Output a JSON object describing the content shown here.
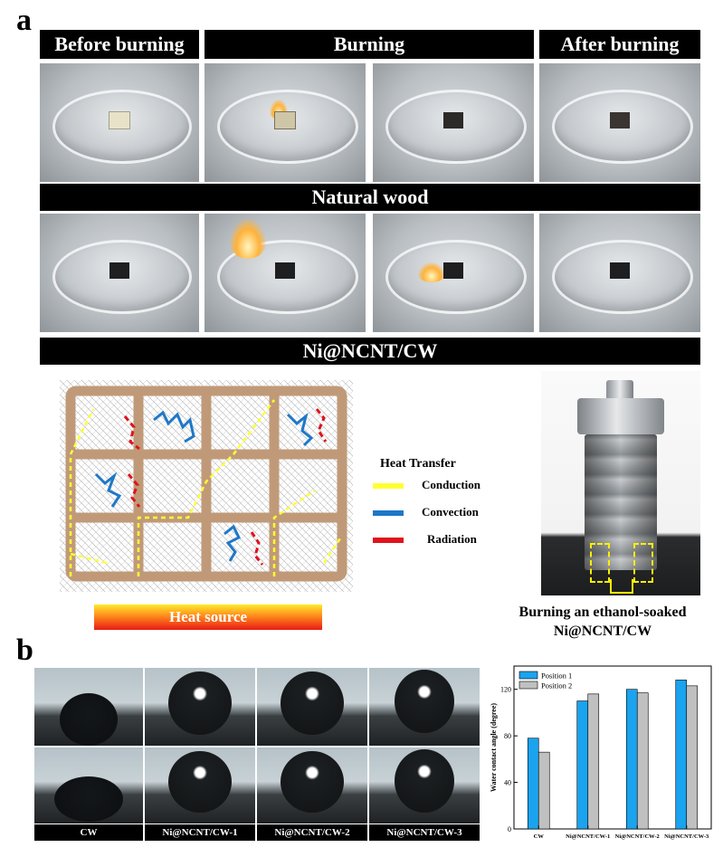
{
  "panel_a": {
    "letter": "a",
    "headers": {
      "before": "Before burning",
      "burning": "Burning",
      "after": "After burning"
    },
    "row_labels": {
      "natural_wood": "Natural wood",
      "ni_ncnt_cw": "Ni@NCNT/CW"
    },
    "heat_transfer": {
      "title": "Heat Transfer",
      "items": [
        {
          "label": "Conduction",
          "color": "#ffff33"
        },
        {
          "label": "Convection",
          "color": "#1e78c8"
        },
        {
          "label": "Radiation",
          "color": "#e0121c"
        }
      ],
      "source_label": "Heat source"
    },
    "caption_line1": "Burning an ethanol-soaked",
    "caption_line2": "Ni@NCNT/CW"
  },
  "panel_b": {
    "letter": "b",
    "sample_labels": [
      "CW",
      "Ni@NCNT/CW-1",
      "Ni@NCNT/CW-2",
      "Ni@NCNT/CW-3"
    ]
  },
  "chart_data": {
    "type": "bar",
    "categories": [
      "CW",
      "Ni@NCNT/CW-1",
      "Ni@NCNT/CW-2",
      "Ni@NCNT/CW-3"
    ],
    "series": [
      {
        "name": "Position 1",
        "values": [
          78,
          110,
          120,
          128
        ],
        "color": "#1aa3ee"
      },
      {
        "name": "Position 2",
        "values": [
          66,
          116,
          117,
          123
        ],
        "color": "#c0c0c0"
      }
    ],
    "ylabel": "Water contact angle (degree)",
    "xlabel": "",
    "ylim": [
      0,
      140
    ],
    "yticks": [
      0,
      40,
      80,
      120
    ],
    "legend": "top-left"
  }
}
